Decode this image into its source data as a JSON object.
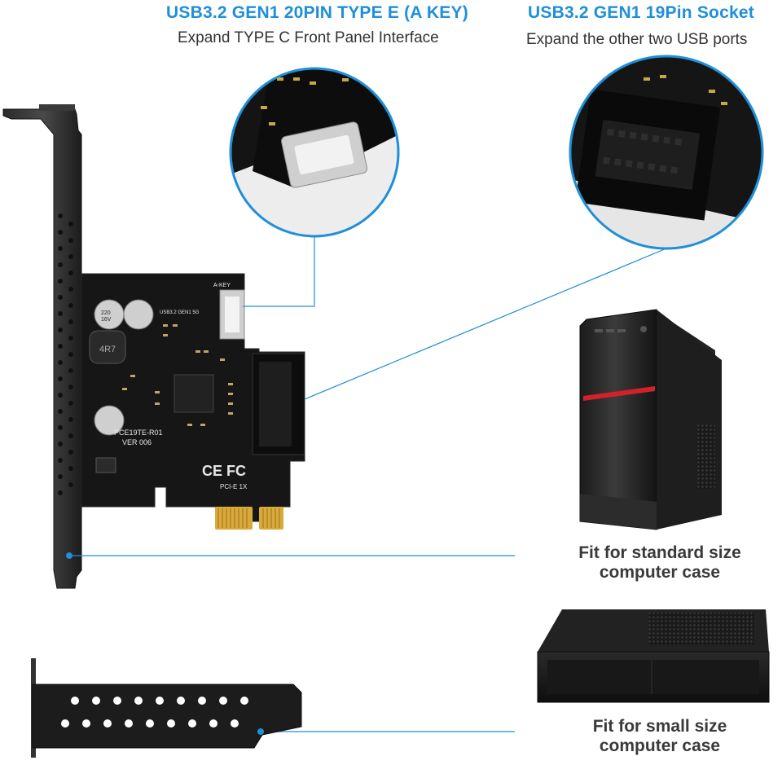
{
  "callouts": {
    "left": {
      "title": "USB3.2 GEN1 20PIN TYPE E (A KEY)",
      "subtitle": "Expand TYPE C Front Panel Interface"
    },
    "right": {
      "title": "USB3.2 GEN1 19Pin Socket",
      "subtitle": "Expand the other two USB ports"
    }
  },
  "cases": {
    "standard": {
      "line1": "Fit for standard size",
      "line2": "computer case"
    },
    "small": {
      "line1": "Fit for small size",
      "line2": "computer case"
    }
  },
  "pcb_silkscreen": {
    "model": "PCE19TE-R01",
    "version": "VER 006",
    "usb_label": "USB3.2 GEN1 5G",
    "akey": "A-KEY",
    "slot": "PCI-E 1X",
    "cap_value": "220",
    "cap_voltage": "16V",
    "inductor": "4R7",
    "marks": "CE FC"
  },
  "colors": {
    "accent_blue": "#1f8fd8",
    "pcb_black": "#161616",
    "gold_contacts": "#d9a93a",
    "case_red": "#d3202a"
  }
}
